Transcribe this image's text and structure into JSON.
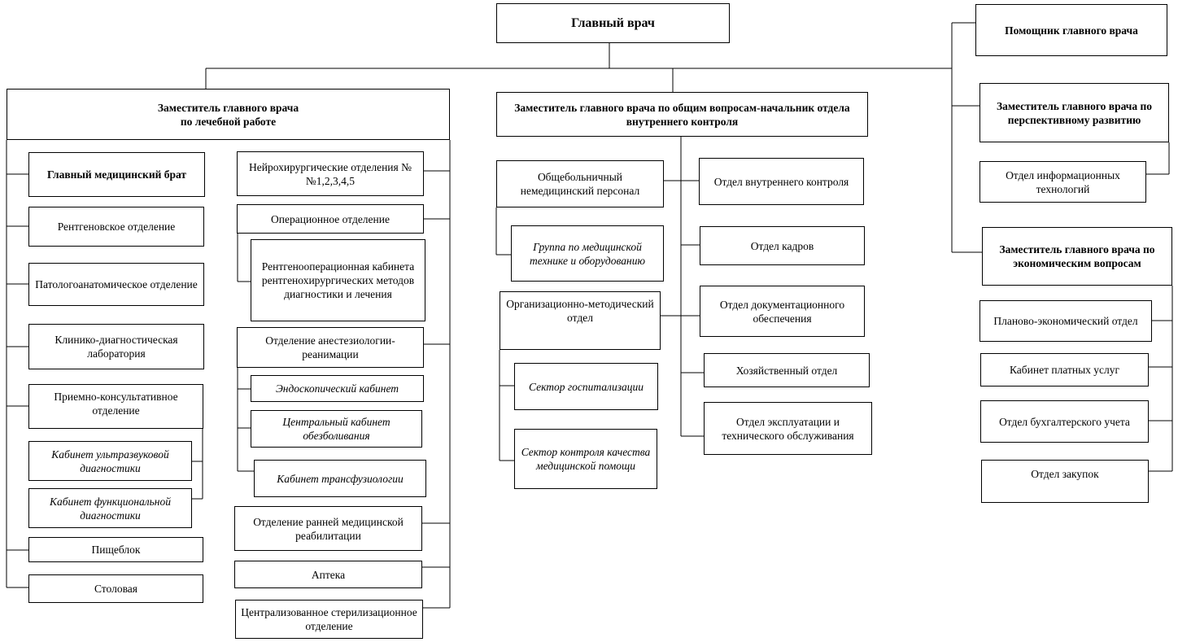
{
  "chief": "Главный врач",
  "assistant": "Помощник главного врача",
  "medical": {
    "deputy": "Заместитель главного врача\nпо лечебной работе",
    "head_nurse": "Главный медицинский брат",
    "left": [
      "Рентгеновское отделение",
      "Патологоанатомическое отделение",
      "Клинико-диагностическая лаборатория",
      "Приемно-консультативное отделение"
    ],
    "reception_sub": [
      "Кабинет ультразвуковой диагностики",
      "Кабинет функциональной диагностики"
    ],
    "left_bottom": [
      "Пищеблок",
      "Столовая"
    ],
    "neuro": "Нейрохирургические отделения №№1,2,3,4,5",
    "operating": "Операционное отделение",
    "xray_op": "Рентгенооперационная кабинета рентгенохирургических методов диагностики и лечения",
    "anesthesia": "Отделение анестезиологии-реанимации",
    "anesthesia_sub": [
      "Эндоскопический кабинет",
      "Центральный кабинет обезболивания",
      "Кабинет трансфузиологии"
    ],
    "right_bottom": [
      "Отделение ранней медицинской реабилитации",
      "Аптека",
      "Централизованное стерилизационное отделение"
    ]
  },
  "general": {
    "deputy": "Заместитель главного врача по общим вопросам-начальник отдела внутреннего контроля",
    "nonmedical": "Общебольничный немедицинский персонал",
    "equipment": "Группа по медицинской технике и оборудованию",
    "org_method": "Организационно-методический отдел",
    "org_sub": [
      "Сектор госпитализации",
      "Сектор контроля качества медицинской помощи"
    ],
    "departments": [
      "Отдел внутреннего контроля",
      "Отдел кадров",
      "Отдел документационного обеспечения",
      "Хозяйственный отдел",
      "Отдел эксплуатации и технического обслуживания"
    ]
  },
  "perspective": {
    "deputy": "Заместитель главного врача по перспективному развитию",
    "it": "Отдел информационных технологий"
  },
  "economic": {
    "deputy": "Заместитель главного врача по экономическим вопросам",
    "departments": [
      "Планово-экономический отдел",
      "Кабинет платных услуг",
      "Отдел бухгалтерского учета",
      "Отдел закупок"
    ]
  }
}
